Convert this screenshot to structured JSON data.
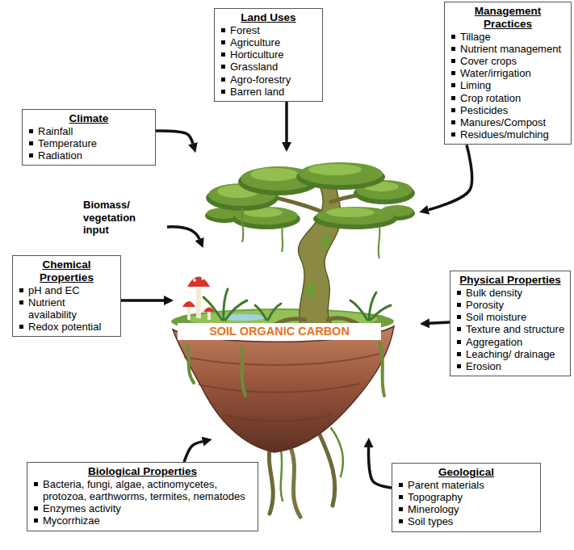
{
  "diagram": {
    "nodes": [
      {
        "text": [
          "Land Uses",
          "Forest",
          "Agriculture",
          "Horticulture",
          "Grassland",
          "Agro-forestry",
          "Barren land"
        ]
      },
      {
        "text": [
          "Management Practices",
          "Tillage",
          "Nutrient management",
          "Cover crops",
          "Water/irrigation",
          "Liming",
          "Crop rotation",
          "Pesticides",
          "Manures/Compost",
          "Residues/mulching"
        ]
      },
      {
        "text": [
          "Climate",
          "Rainfall",
          "Temperature",
          "Radiation"
        ]
      },
      {
        "text": [
          "Chemical Properties",
          "pH and EC",
          "Nutrient availability",
          "Redox potential"
        ]
      },
      {
        "text": [
          "SOIL ORGANIC CARBON"
        ]
      },
      {
        "text": [
          "Physical Properties",
          "Bulk density",
          "Porosity",
          "Soil moisture",
          "Texture and structure",
          "Aggregation",
          "Leaching/ drainage",
          "Erosion"
        ]
      },
      {
        "text": [
          "Biological Properties",
          "Bacteria, fungi, algae, actinomycetes, protozoa, earthworms, termites, nematodes",
          "Enzymes activity",
          "Mycorrhizae"
        ]
      },
      {
        "text": [
          "Geological",
          "Parent materials",
          "Topography",
          "Minerology",
          "Soil types"
        ]
      }
    ],
    "edges": [
      {
        "from": 0,
        "to": 4,
        "arrow": "to"
      },
      {
        "from": 1,
        "to": 4,
        "arrow": "to"
      },
      {
        "from": 2,
        "to": 4,
        "arrow": "to"
      },
      {
        "from": 3,
        "to": 4,
        "arrow": "to"
      },
      {
        "from": 5,
        "to": 4,
        "arrow": "to"
      },
      {
        "from": 6,
        "to": 4,
        "arrow": "to"
      },
      {
        "from": 7,
        "to": 4,
        "arrow": "to"
      }
    ],
    "labels": [
      "Biomass/ vegetation input"
    ]
  }
}
